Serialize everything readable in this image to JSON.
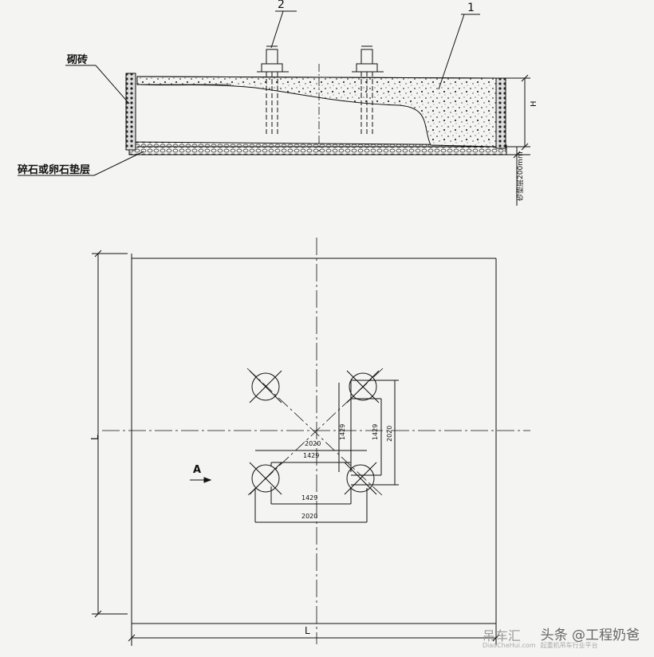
{
  "section": {
    "callout_1": "1",
    "callout_2": "2",
    "label_brick": "砌砖",
    "label_gravel": "碎石或卵石垫层",
    "dim_H": "H",
    "dim_depth": "砂垫层200mm"
  },
  "plan": {
    "dim_L_bottom": "L",
    "dim_L_left": "L",
    "view_A": "A",
    "dims": {
      "top_inner": "1429",
      "top_outer": "2020",
      "bottom_inner": "1429",
      "bottom_outer": "2020",
      "vert_inner": "1429",
      "vert_outer": "2020",
      "diag_note": "2020"
    }
  },
  "watermark": {
    "brand": "吊车汇",
    "brand_sub": "DiaoCheHui.com",
    "tagline": "起重机吊车行业平台",
    "handle": "头条 @工程奶爸"
  }
}
